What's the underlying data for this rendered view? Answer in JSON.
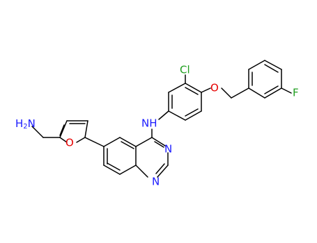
{
  "molecule": {
    "atoms": {
      "nh2_main": "H",
      "nh2_sub": "2",
      "nh2_n": "N",
      "furan_o": "O",
      "amine_nh": "NH",
      "quin_n1": "N",
      "quin_n2": "N",
      "chlorine": "Cl",
      "ether_o": "O",
      "fluorine": "F"
    },
    "colors": {
      "bond": "#000000",
      "nitrogen": "#1a1aff",
      "oxygen": "#e60000",
      "chlorine": "#1f9e1f",
      "fluorine": "#1f9e1f",
      "default": "#000000"
    }
  }
}
